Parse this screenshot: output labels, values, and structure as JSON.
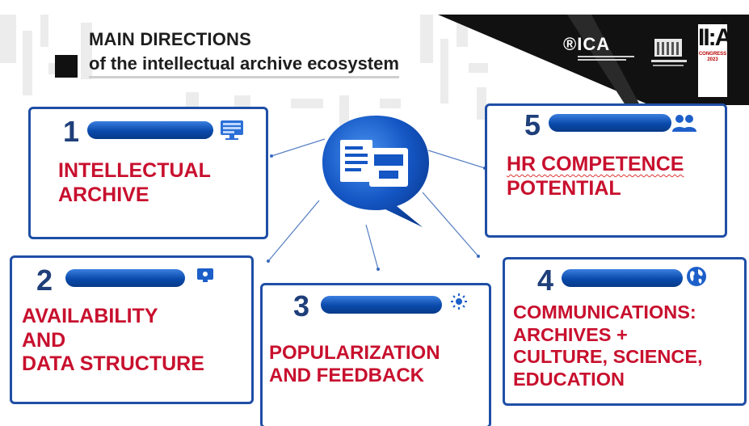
{
  "title": {
    "line1": "MAIN DIRECTIONS",
    "line2": "of the intellectual archive ecosystem"
  },
  "logos": {
    "ica_mark": "®ICA",
    "congress_mark": "II:A",
    "congress_sub": [
      "CONGRESS",
      "2023"
    ]
  },
  "colors": {
    "accent_blue": "#1f4fa6",
    "title_red": "#c8102e",
    "number_blue": "#1f3f7a"
  },
  "boxes": [
    {
      "number": "1",
      "icon": "monitor-icon",
      "lines": [
        "INTELLECTUAL",
        "ARCHIVE"
      ]
    },
    {
      "number": "2",
      "icon": "screen-icon",
      "lines": [
        "AVAILABILITY",
        "AND",
        "DATA STRUCTURE"
      ]
    },
    {
      "number": "3",
      "icon": "sun-icon",
      "lines": [
        "POPULARIZATION",
        "AND FEEDBACK"
      ]
    },
    {
      "number": "4",
      "icon": "globe-icon",
      "lines": [
        "COMMUNICATIONS:",
        "ARCHIVES +",
        "CULTURE, SCIENCE,",
        "EDUCATION"
      ]
    },
    {
      "number": "5",
      "icon": "people-icon",
      "lines": [
        "HR COMPETENCE",
        "POTENTIAL"
      ]
    }
  ]
}
